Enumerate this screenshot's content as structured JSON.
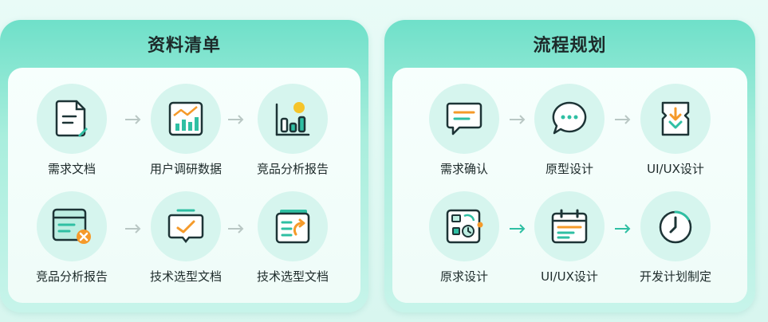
{
  "left_panel": {
    "title": "资料清单",
    "row1": [
      {
        "label": "需求文档",
        "icon": "document-icon"
      },
      {
        "label": "用户调研数据",
        "icon": "line-chart-icon"
      },
      {
        "label": "竞品分析报告",
        "icon": "bar-chart-icon"
      }
    ],
    "row2": [
      {
        "label": "竞品分析报告",
        "icon": "report-card-icon"
      },
      {
        "label": "技术选型文档",
        "icon": "check-card-icon"
      },
      {
        "label": "技术选型文档",
        "icon": "refresh-list-icon"
      }
    ]
  },
  "right_panel": {
    "title": "流程规划",
    "row1": [
      {
        "label": "需求确认",
        "icon": "message-icon"
      },
      {
        "label": "原型设计",
        "icon": "chat-bubble-icon"
      },
      {
        "label": "UI/UX设计",
        "icon": "download-code-icon"
      }
    ],
    "row2": [
      {
        "label": "原求设计",
        "icon": "prototype-icon"
      },
      {
        "label": "UI/UX设计",
        "icon": "calendar-icon"
      },
      {
        "label": "开发计划制定",
        "icon": "clock-icon"
      }
    ]
  },
  "colors": {
    "teal": "#2fbfa3",
    "dark": "#1d3436",
    "orange": "#f59a2a",
    "yellow": "#f5c42a",
    "gray_arrow": "#b9c7c4"
  }
}
